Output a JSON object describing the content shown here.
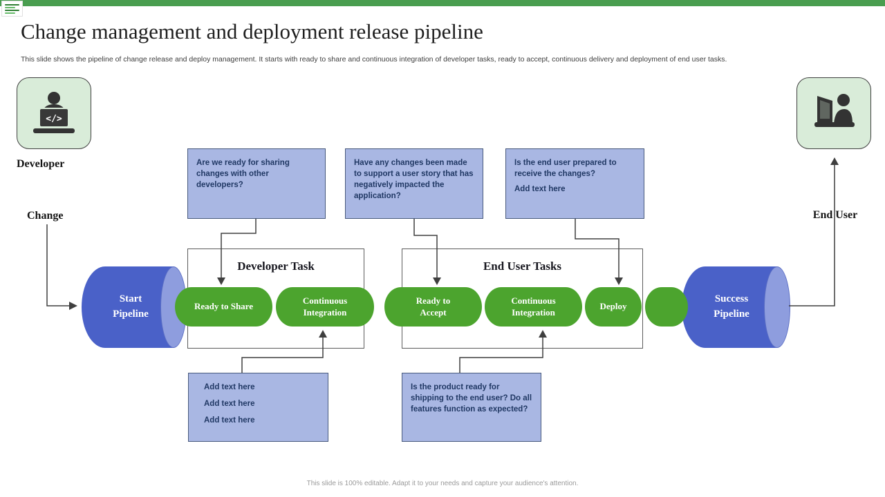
{
  "slide": {
    "title": "Change management and deployment release pipeline",
    "subtitle": "This slide shows the pipeline of change release and deploy management.  It starts with ready to share and continuous integration of developer tasks, ready to accept, continuous delivery and deployment of end user tasks.",
    "footer": "This slide is 100% editable.  Adapt it to your needs and capture your audience's attention."
  },
  "actors": {
    "developer": {
      "label": "Developer",
      "flow_label": "Change",
      "icon": "developer-at-laptop-icon"
    },
    "end_user": {
      "label": "End User",
      "icon": "end-user-at-laptop-icon"
    }
  },
  "pipeline": {
    "start_label": "Start Pipeline",
    "end_label": "Success Pipeline",
    "groups": [
      {
        "label": "Developer Task"
      },
      {
        "label": "End User Tasks"
      }
    ],
    "stages": [
      "Ready to Share",
      "Continuous Integration",
      "Ready to Accept",
      "Continuous Integration",
      "Deploy"
    ]
  },
  "callouts": {
    "top": [
      {
        "text": "Are we ready for sharing changes with other developers?"
      },
      {
        "text": "Have any changes been made to support a user story that has negatively impacted the application?"
      },
      {
        "text": "Is the end user prepared to receive the changes?",
        "extra": "Add text here"
      }
    ],
    "bottom": [
      {
        "lines": [
          "Add text here",
          "Add text here",
          "Add text here"
        ]
      },
      {
        "text": "Is the product ready for shipping to the end user? Do all features function as expected?"
      }
    ]
  },
  "colors": {
    "top_bar_green": "#4a9e50",
    "pipeline_green": "#4ca42e",
    "cylinder_blue": "#4a61c8",
    "cylinder_cap_blue": "#8e9dde",
    "callout_fill": "#a9b7e3",
    "callout_border": "#47597c",
    "callout_text": "#203864",
    "actor_box_fill": "#d9ecd9",
    "arrow_color": "#3f3f3f"
  }
}
